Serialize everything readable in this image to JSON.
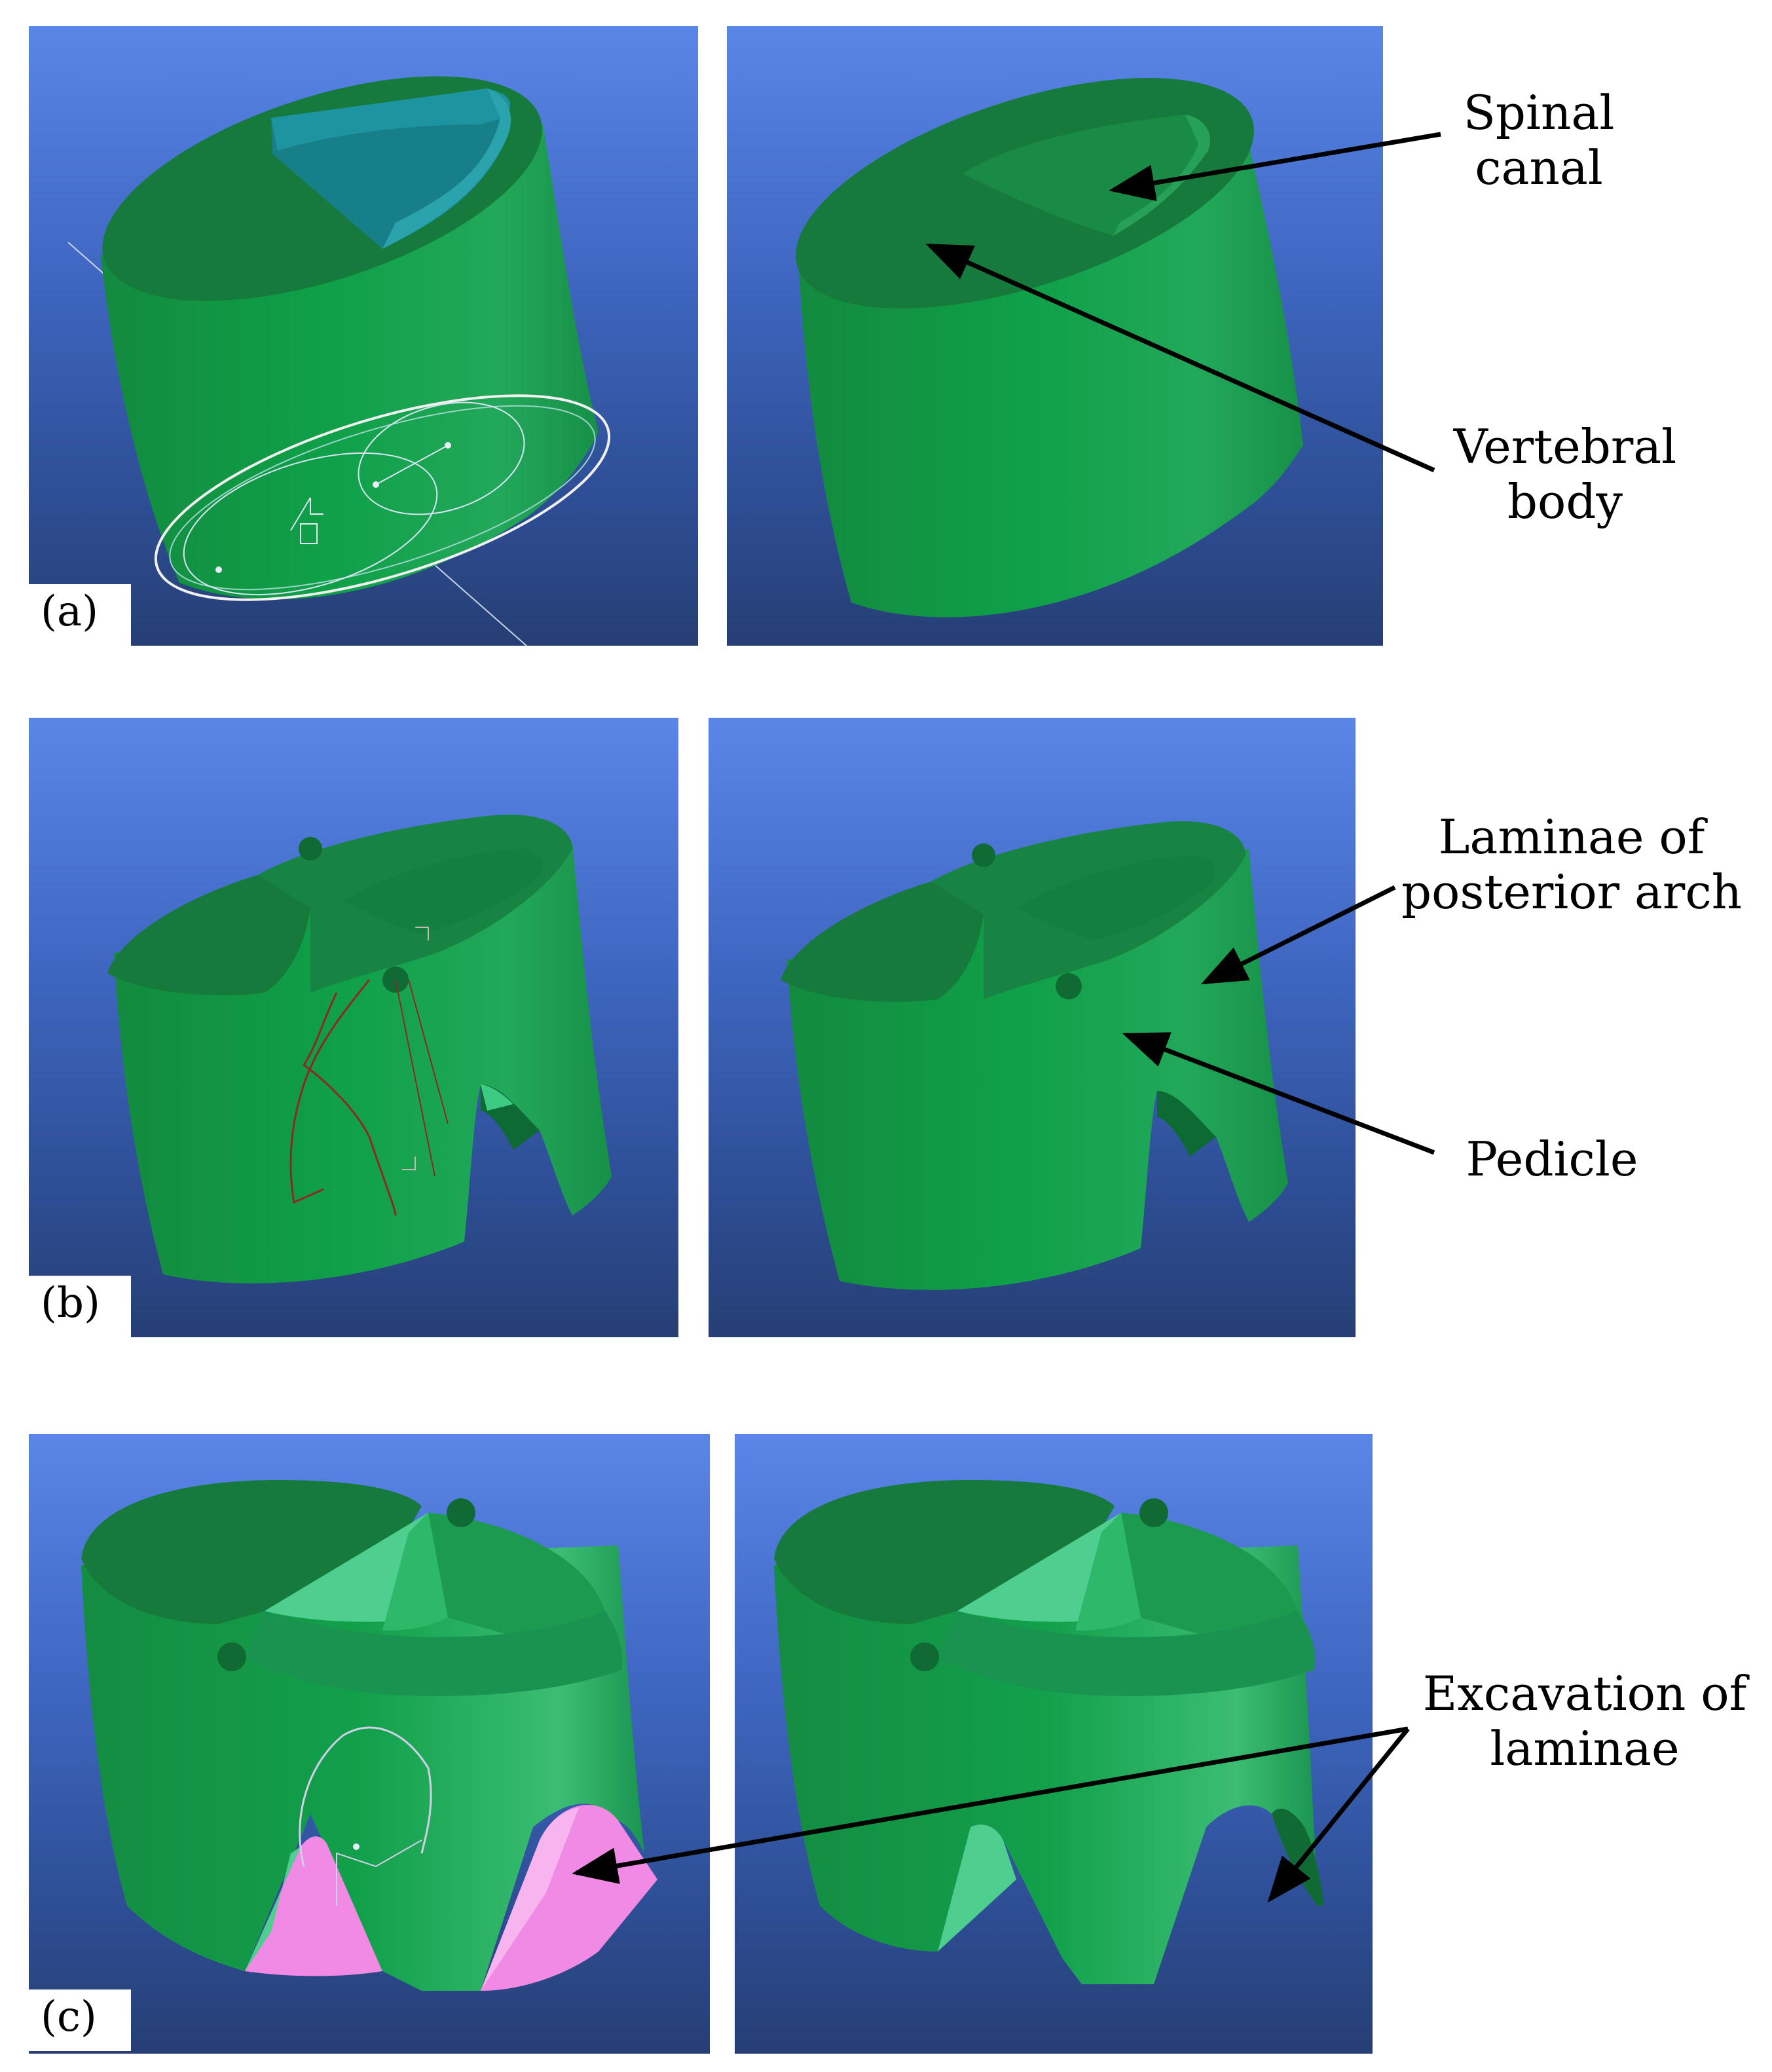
{
  "panels": {
    "a": {
      "tag": "(a)"
    },
    "b": {
      "tag": "(b)"
    },
    "c": {
      "tag": "(c)"
    }
  },
  "labels": {
    "spinal_canal": [
      "Spinal",
      "canal"
    ],
    "vertebral_body": [
      "Vertebral",
      "body"
    ],
    "laminae_posterior_arch": [
      "Laminae of",
      "posterior arch"
    ],
    "pedicle": [
      "Pedicle"
    ],
    "excavation_laminae": [
      "Excavation of",
      "laminae"
    ]
  },
  "colors": {
    "model_green": "#1f9a4c",
    "model_dark_top": "#167a3c",
    "cut_face_light": "#4fcf8f",
    "excavation_pink": "#f08ae4",
    "canal_block_teal": "#177f88",
    "background_top": "#5a86e8",
    "background_bottom": "#263e74"
  }
}
